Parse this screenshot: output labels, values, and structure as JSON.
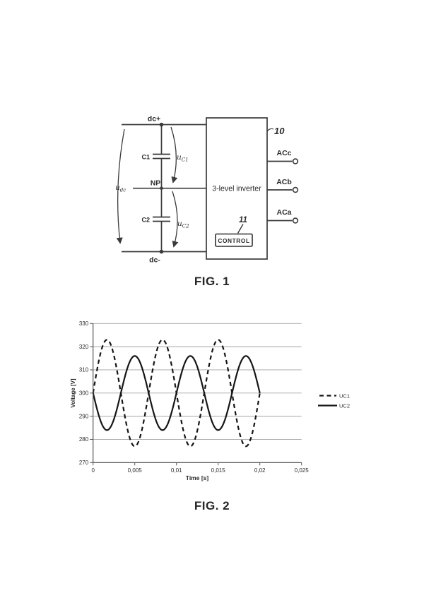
{
  "page": {
    "fig1_caption": "FIG. 1",
    "fig2_caption": "FIG. 2"
  },
  "figure1": {
    "labels": {
      "dc_plus": "dc+",
      "dc_minus": "dc-",
      "neutral_point": "NP",
      "cap1": "C1",
      "cap2": "C2",
      "u_dc": {
        "base": "u",
        "sub": "dc"
      },
      "u_c1": {
        "base": "u",
        "sub": "C1"
      },
      "u_c2": {
        "base": "u",
        "sub": "C2"
      },
      "inverter": "3-level inverter",
      "control": "CONTROL",
      "ref_inverter": "10",
      "ref_control": "11",
      "ac_a": "ACa",
      "ab_b": "ACb",
      "ac_b": "ACb",
      "ac_c": "ACc"
    }
  },
  "chart_data": {
    "type": "line",
    "title": "",
    "xlabel": "Time [s]",
    "ylabel": "Voltage [V]",
    "xlim": [
      0,
      0.025
    ],
    "ylim": [
      270,
      330
    ],
    "grid": "horizontal",
    "legend_position": "right-outside",
    "xticks": [
      {
        "value": 0,
        "label": "0"
      },
      {
        "value": 0.005,
        "label": "0,005"
      },
      {
        "value": 0.01,
        "label": "0,01"
      },
      {
        "value": 0.015,
        "label": "0,015"
      },
      {
        "value": 0.02,
        "label": "0,02"
      },
      {
        "value": 0.025,
        "label": "0,025"
      }
    ],
    "yticks": [
      {
        "value": 270,
        "label": "270"
      },
      {
        "value": 280,
        "label": "280"
      },
      {
        "value": 290,
        "label": "290"
      },
      {
        "value": 300,
        "label": "300"
      },
      {
        "value": 310,
        "label": "310"
      },
      {
        "value": 320,
        "label": "320"
      },
      {
        "value": 330,
        "label": "330"
      }
    ],
    "series": [
      {
        "name": "UC1",
        "line_style": "dashed",
        "color": "#161616",
        "t_start": 0,
        "t_end": 0.02,
        "model": {
          "mean_v": 300,
          "amplitude_v": 23,
          "frequency_hz": 150,
          "phase_deg": 0
        },
        "max_v": 323,
        "min_v": 277,
        "peaks_at_s": [
          0.00167,
          0.00833,
          0.015
        ],
        "troughs_at_s": [
          0.005,
          0.01167,
          0.01833
        ]
      },
      {
        "name": "UC2",
        "line_style": "solid",
        "color": "#161616",
        "t_start": 0,
        "t_end": 0.02,
        "model": {
          "mean_v": 300,
          "amplitude_v": 16,
          "frequency_hz": 150,
          "phase_deg": 180
        },
        "max_v": 316,
        "min_v": 284,
        "peaks_at_s": [
          0.005,
          0.01167,
          0.01833
        ],
        "troughs_at_s": [
          0.00167,
          0.00833,
          0.015
        ]
      }
    ]
  }
}
